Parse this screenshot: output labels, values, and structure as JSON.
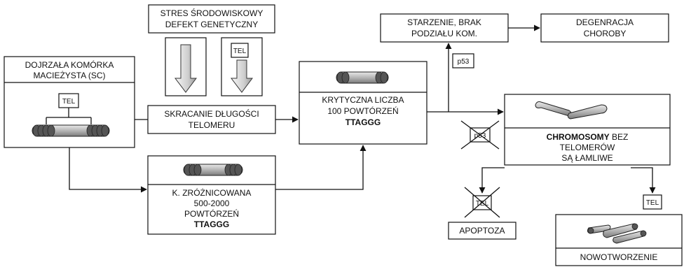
{
  "stress_box": {
    "line1": "STRES ŚRODOWISKOWY",
    "line2": "DEFEKT GENETYCZNY"
  },
  "stem_cell": {
    "line1": "DOJRZAŁA KOMÓRKA",
    "line2": "MACIEŻYSTA (SC)",
    "tel": "TEL"
  },
  "tel_tag": "TEL",
  "shortening": {
    "line1": "SKRACANIE DŁUGOŚCI",
    "line2": "TELOMERU"
  },
  "differentiated": {
    "line1": "K. ZRÓŻNICOWANA",
    "line2": "500-2000",
    "line3": "POWTÓRZEŃ",
    "line4": "TTAGGG"
  },
  "critical": {
    "line1": "KRYTYCZNA LICZBA",
    "line2": "100 POWTÓRZEŃ",
    "line3": "TTAGGG"
  },
  "senescence": {
    "line1": "STARZENIE, BRAK",
    "line2": "PODZIAŁU KOM."
  },
  "degeneration": {
    "line1": "DEGENRACJA",
    "line2": "CHOROBY"
  },
  "p53_active": "p53",
  "p53_crossed": "p53",
  "chromosomes": {
    "bold": "CHROMOSOMY",
    "rest": " BEZ",
    "line2": "TELOMERÓW",
    "line3": "SĄ ŁAMLIWE"
  },
  "tel_crossed": "TEL",
  "apoptosis": "APOPTOZA",
  "tel_cancer": "TEL",
  "cancer": "NOWOTWORZENIE"
}
